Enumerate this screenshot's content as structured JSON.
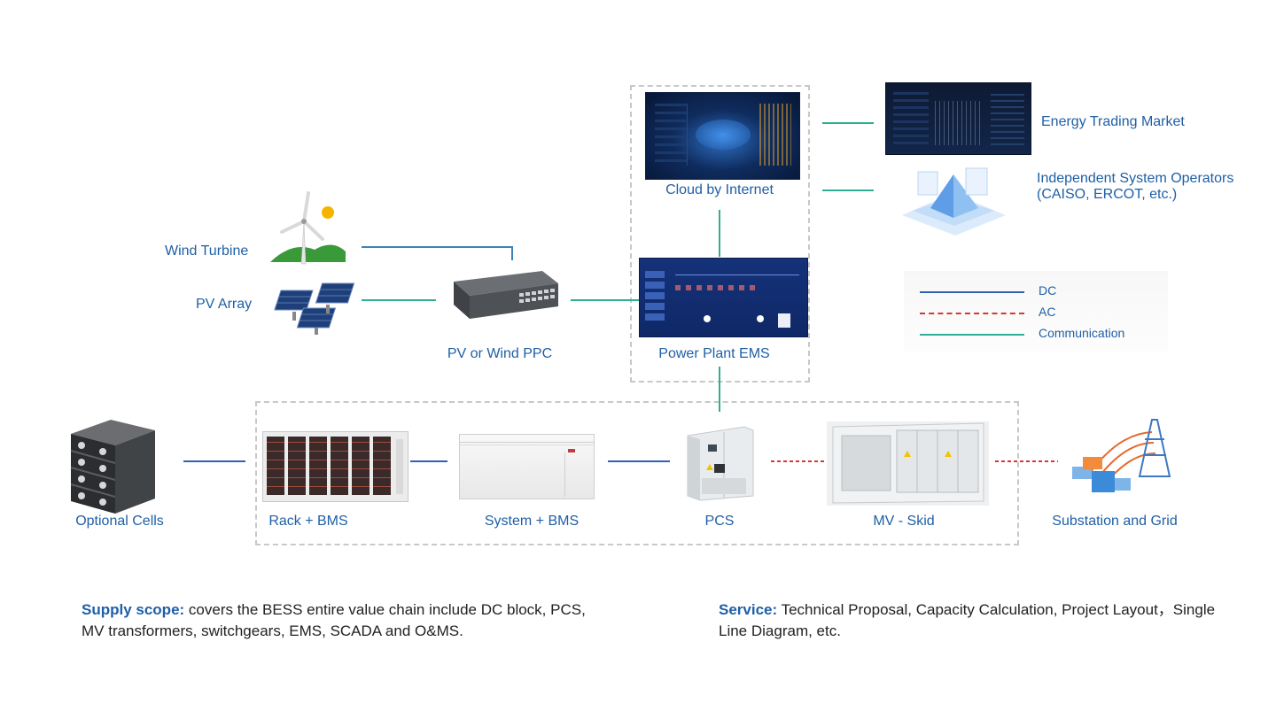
{
  "nodes": {
    "wind_turbine": "Wind Turbine",
    "pv_array": "PV Array",
    "ppc": "PV or Wind PPC",
    "cloud": "Cloud by Internet",
    "ems": "Power Plant EMS",
    "energy_market": "Energy Trading Market",
    "iso_line1": "Independent System Operators",
    "iso_line2": "(CAISO, ERCOT, etc.)",
    "optional_cells": "Optional Cells",
    "rack_bms": "Rack + BMS",
    "system_bms": "System + BMS",
    "pcs": "PCS",
    "mv_skid": "MV - Skid",
    "substation": "Substation and Grid"
  },
  "legend": {
    "dc": "DC",
    "ac": "AC",
    "communication": "Communication"
  },
  "colors": {
    "dc": "#2e63b0",
    "ac": "#d9343a",
    "communication": "#2fae95",
    "label": "#1f5fa6"
  },
  "footer": {
    "supply_title": "Supply scope:",
    "supply_text_line1": " covers the BESS entire value chain include DC block, PCS,",
    "supply_text_line2": "MV transformers, switchgears, EMS, SCADA and O&MS.",
    "service_title": "Service:",
    "service_text_line1": " Technical Proposal, Capacity Calculation, Project Layout，Single",
    "service_text_line2": "Line Diagram, etc."
  }
}
